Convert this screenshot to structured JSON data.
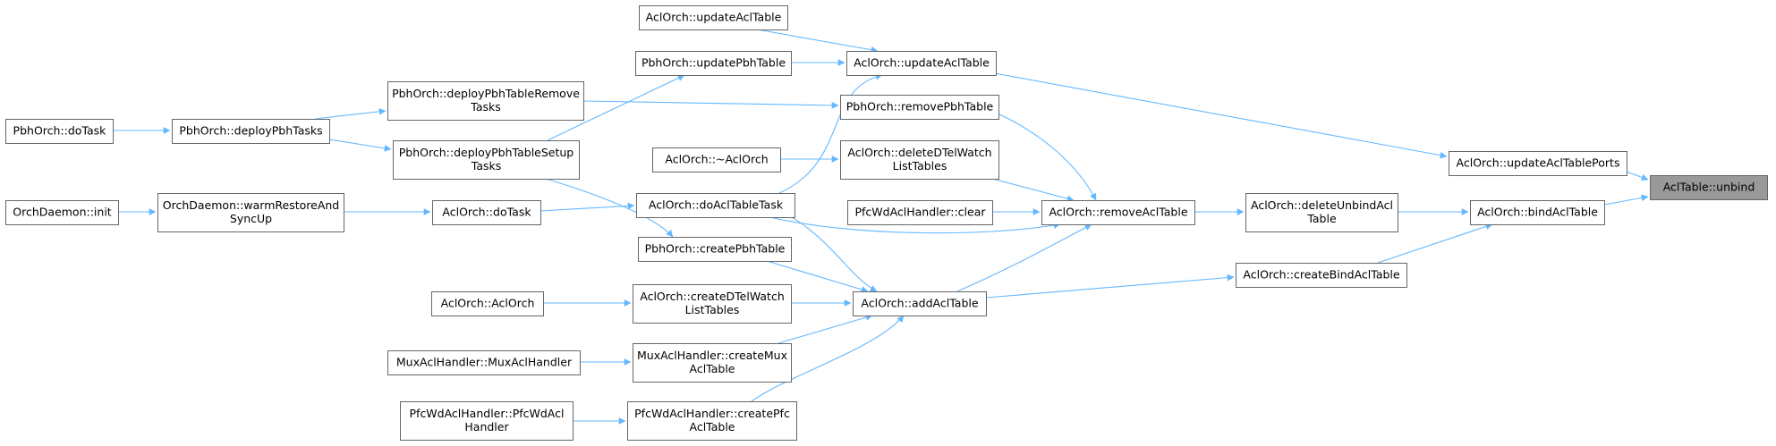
{
  "graph": {
    "nodes": [
      {
        "id": "AclTable_unbind",
        "lines": [
          "AclTable::unbind"
        ],
        "root": true
      },
      {
        "id": "AclOrch_updateAclTablePorts",
        "lines": [
          "AclOrch::updateAclTablePorts"
        ]
      },
      {
        "id": "AclOrch_bindAclTable",
        "lines": [
          "AclOrch::bindAclTable"
        ]
      },
      {
        "id": "AclOrch_deleteUnbindAclTable",
        "lines": [
          "AclOrch::deleteUnbindAcl",
          "Table"
        ]
      },
      {
        "id": "AclOrch_createBindAclTable",
        "lines": [
          "AclOrch::createBindAclTable"
        ]
      },
      {
        "id": "AclOrch_removeAclTable",
        "lines": [
          "AclOrch::removeAclTable"
        ]
      },
      {
        "id": "AclOrch_addAclTable",
        "lines": [
          "AclOrch::addAclTable"
        ]
      },
      {
        "id": "AclOrch_updateAclTable_mid",
        "lines": [
          "AclOrch::updateAclTable"
        ]
      },
      {
        "id": "AclOrch_updateAclTable_top",
        "lines": [
          "AclOrch::updateAclTable"
        ]
      },
      {
        "id": "PbhOrch_updatePbhTable",
        "lines": [
          "PbhOrch::updatePbhTable"
        ]
      },
      {
        "id": "PbhOrch_removePbhTable",
        "lines": [
          "PbhOrch::removePbhTable"
        ]
      },
      {
        "id": "AclOrch_deleteDTelWatchListTables",
        "lines": [
          "AclOrch::deleteDTelWatch",
          "ListTables"
        ]
      },
      {
        "id": "AclOrch_destructor",
        "lines": [
          "AclOrch::~AclOrch"
        ]
      },
      {
        "id": "PfcWdAclHandler_clear",
        "lines": [
          "PfcWdAclHandler::clear"
        ]
      },
      {
        "id": "AclOrch_doAclTableTask",
        "lines": [
          "AclOrch::doAclTableTask"
        ]
      },
      {
        "id": "PbhOrch_createPbhTable",
        "lines": [
          "PbhOrch::createPbhTable"
        ]
      },
      {
        "id": "AclOrch_createDTelWatchListTables",
        "lines": [
          "AclOrch::createDTelWatch",
          "ListTables"
        ]
      },
      {
        "id": "MuxAclHandler_createMuxAclTable",
        "lines": [
          "MuxAclHandler::createMux",
          "AclTable"
        ]
      },
      {
        "id": "PfcWdAclHandler_createPfcAclTable",
        "lines": [
          "PfcWdAclHandler::createPfc",
          "AclTable"
        ]
      },
      {
        "id": "PbhOrch_deployPbhTableRemoveTasks",
        "lines": [
          "PbhOrch::deployPbhTableRemove",
          "Tasks"
        ]
      },
      {
        "id": "PbhOrch_deployPbhTableSetupTasks",
        "lines": [
          "PbhOrch::deployPbhTableSetup",
          "Tasks"
        ]
      },
      {
        "id": "AclOrch_doTask",
        "lines": [
          "AclOrch::doTask"
        ]
      },
      {
        "id": "AclOrch_AclOrch",
        "lines": [
          "AclOrch::AclOrch"
        ]
      },
      {
        "id": "MuxAclHandler_MuxAclHandler",
        "lines": [
          "MuxAclHandler::MuxAclHandler"
        ]
      },
      {
        "id": "PfcWdAclHandler_PfcWdAclHandler",
        "lines": [
          "PfcWdAclHandler::PfcWdAcl",
          "Handler"
        ]
      },
      {
        "id": "PbhOrch_deployPbhTasks",
        "lines": [
          "PbhOrch::deployPbhTasks"
        ]
      },
      {
        "id": "OrchDaemon_warmRestoreAndSyncUp",
        "lines": [
          "OrchDaemon::warmRestoreAnd",
          "SyncUp"
        ]
      },
      {
        "id": "PbhOrch_doTask",
        "lines": [
          "PbhOrch::doTask"
        ]
      },
      {
        "id": "OrchDaemon_init",
        "lines": [
          "OrchDaemon::init"
        ]
      }
    ],
    "edges": [
      {
        "from": "AclOrch_updateAclTablePorts",
        "to": "AclTable_unbind"
      },
      {
        "from": "AclOrch_bindAclTable",
        "to": "AclTable_unbind"
      },
      {
        "from": "AclOrch_deleteUnbindAclTable",
        "to": "AclOrch_bindAclTable"
      },
      {
        "from": "AclOrch_createBindAclTable",
        "to": "AclOrch_bindAclTable"
      },
      {
        "from": "AclOrch_removeAclTable",
        "to": "AclOrch_deleteUnbindAclTable"
      },
      {
        "from": "AclOrch_addAclTable",
        "to": "AclOrch_createBindAclTable"
      },
      {
        "from": "AclOrch_updateAclTable_mid",
        "to": "AclOrch_updateAclTablePorts"
      },
      {
        "from": "AclOrch_updateAclTable_top",
        "to": "AclOrch_updateAclTable_mid"
      },
      {
        "from": "PbhOrch_updatePbhTable",
        "to": "AclOrch_updateAclTable_mid"
      },
      {
        "from": "PbhOrch_removePbhTable",
        "to": "AclOrch_removeAclTable"
      },
      {
        "from": "AclOrch_deleteDTelWatchListTables",
        "to": "AclOrch_removeAclTable"
      },
      {
        "from": "PfcWdAclHandler_clear",
        "to": "AclOrch_removeAclTable"
      },
      {
        "from": "AclOrch_doAclTableTask",
        "to": "AclOrch_removeAclTable"
      },
      {
        "from": "AclOrch_doAclTableTask",
        "to": "AclOrch_updateAclTable_mid"
      },
      {
        "from": "AclOrch_doAclTableTask",
        "to": "AclOrch_addAclTable"
      },
      {
        "from": "AclOrch_addAclTable",
        "to": "AclOrch_removeAclTable"
      },
      {
        "from": "AclOrch_destructor",
        "to": "AclOrch_deleteDTelWatchListTables"
      },
      {
        "from": "PbhOrch_createPbhTable",
        "to": "AclOrch_addAclTable"
      },
      {
        "from": "AclOrch_createDTelWatchListTables",
        "to": "AclOrch_addAclTable"
      },
      {
        "from": "MuxAclHandler_createMuxAclTable",
        "to": "AclOrch_addAclTable"
      },
      {
        "from": "PfcWdAclHandler_createPfcAclTable",
        "to": "AclOrch_addAclTable"
      },
      {
        "from": "PbhOrch_deployPbhTableRemoveTasks",
        "to": "PbhOrch_removePbhTable"
      },
      {
        "from": "PbhOrch_deployPbhTableSetupTasks",
        "to": "PbhOrch_updatePbhTable"
      },
      {
        "from": "PbhOrch_deployPbhTableSetupTasks",
        "to": "PbhOrch_createPbhTable"
      },
      {
        "from": "AclOrch_doTask",
        "to": "AclOrch_doAclTableTask"
      },
      {
        "from": "AclOrch_AclOrch",
        "to": "AclOrch_createDTelWatchListTables"
      },
      {
        "from": "MuxAclHandler_MuxAclHandler",
        "to": "MuxAclHandler_createMuxAclTable"
      },
      {
        "from": "PfcWdAclHandler_PfcWdAclHandler",
        "to": "PfcWdAclHandler_createPfcAclTable"
      },
      {
        "from": "PbhOrch_deployPbhTasks",
        "to": "PbhOrch_deployPbhTableRemoveTasks"
      },
      {
        "from": "PbhOrch_deployPbhTasks",
        "to": "PbhOrch_deployPbhTableSetupTasks"
      },
      {
        "from": "OrchDaemon_warmRestoreAndSyncUp",
        "to": "AclOrch_doTask"
      },
      {
        "from": "PbhOrch_doTask",
        "to": "PbhOrch_deployPbhTasks"
      },
      {
        "from": "OrchDaemon_init",
        "to": "OrchDaemon_warmRestoreAndSyncUp"
      }
    ],
    "colors": {
      "edge": "#63b8ff",
      "node_border": "#666666",
      "node_fill": "#ffffff",
      "root_fill": "#999999",
      "text": "#000000"
    }
  }
}
